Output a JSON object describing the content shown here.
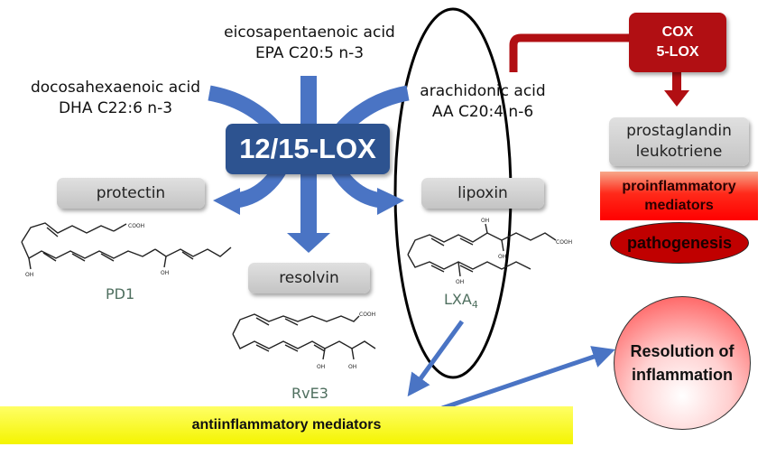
{
  "acids": {
    "epa_name": "eicosapentaenoic acid",
    "epa_formula": "EPA C20:5 n-3",
    "dha_name": "docosahexaenoic acid",
    "dha_formula": "DHA C22:6 n-3",
    "aa_name": "arachidonic acid",
    "aa_formula": "AA C20:4 n-6"
  },
  "enzymes": {
    "lox": "12/15-LOX",
    "cox_line1": "COX",
    "cox_line2": "5-LOX"
  },
  "mediators": {
    "protectin": "protectin",
    "resolvin": "resolvin",
    "lipoxin": "lipoxin",
    "prostaglandin_line1": "prostaglandin",
    "prostaglandin_line2": "leukotriene"
  },
  "molecules": {
    "pd1": "PD1",
    "rve3": "RvE3",
    "lxa_base": "LXA",
    "lxa_sub": "4",
    "cooh": "COOH",
    "oh": "OH"
  },
  "outcomes": {
    "proinflammatory_line1": "proinflammatory",
    "proinflammatory_line2": "mediators",
    "pathogenesis": "pathogenesis",
    "resolution_line1": "Resolution of",
    "resolution_line2": "inflammation",
    "antiinflammatory": "antiinflammatory mediators"
  },
  "colors": {
    "blue_arrow": "#4a74c4",
    "lox_box": "#2d5390",
    "red_arrow": "#b10f13",
    "yellow": "#f4f400"
  }
}
